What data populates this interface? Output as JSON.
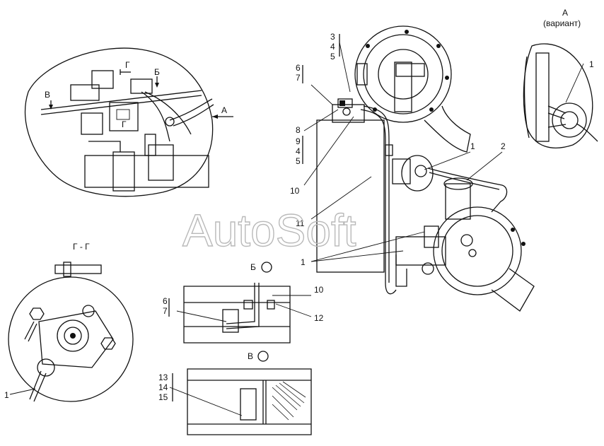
{
  "views": {
    "view_a": {
      "title": "А",
      "subtitle": "(вариант)",
      "callout": "1"
    },
    "view_g": {
      "title": "Г - Г",
      "callout": "1"
    },
    "view_b": {
      "title": "Б"
    },
    "view_v": {
      "title": "В"
    },
    "top_left": {
      "arrow_a": "А",
      "arrow_g": "Г",
      "arrow_g2": "Г",
      "arrow_b": "Б",
      "arrow_v": "В"
    }
  },
  "callouts": {
    "c3": "3",
    "c4": "4",
    "c5": "5",
    "c6": "6",
    "c7": "7",
    "c8": "8",
    "c9": "9",
    "c4b": "4",
    "c5b": "5",
    "c10": "10",
    "c11": "11",
    "c1a": "1",
    "c2": "2",
    "c1b": "1",
    "b6": "6",
    "b7": "7",
    "b10": "10",
    "b12": "12",
    "v13": "13",
    "v14": "14",
    "v15": "15"
  },
  "watermark": "AutoSoft"
}
